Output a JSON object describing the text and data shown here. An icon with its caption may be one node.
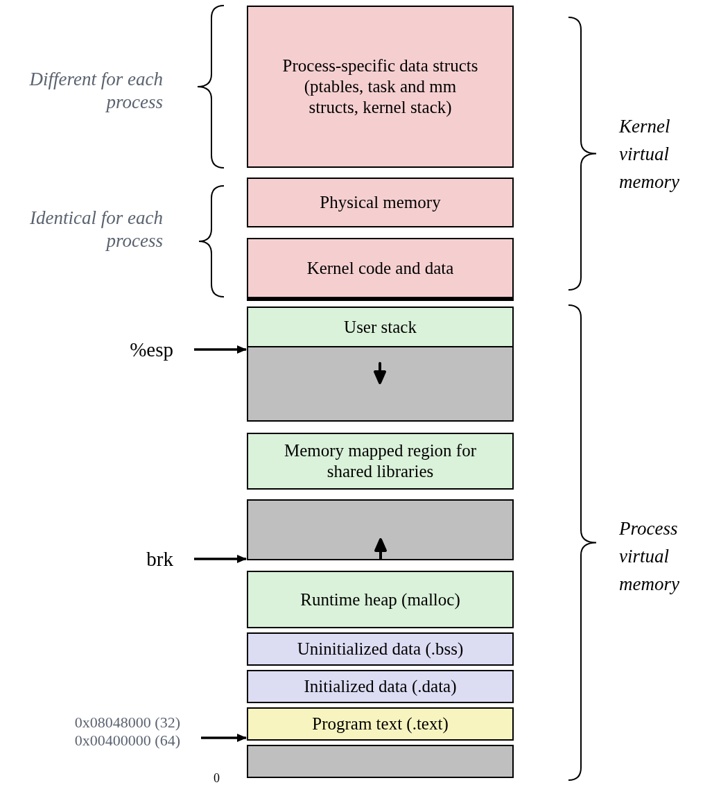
{
  "diagram": {
    "nodes": [
      {
        "text": [
          "Process-specific data structs  (ptables, task and mm structs, kernel stack)"
        ]
      },
      {
        "text": [
          "Physical memory"
        ]
      },
      {
        "text": [
          "Kernel code and data"
        ]
      },
      {
        "text": [
          "User stack"
        ]
      },
      {
        "text": [],
        "shape": "box"
      },
      {
        "text": [
          "Memory mapped region for shared libraries"
        ]
      },
      {
        "text": [],
        "shape": "box"
      },
      {
        "text": [
          "Runtime heap (malloc)"
        ]
      },
      {
        "text": [
          "Uninitialized data (.bss)"
        ]
      },
      {
        "text": [
          "Initialized data (.data)"
        ]
      },
      {
        "text": [
          "Program text (.text)"
        ]
      },
      {
        "text": [],
        "shape": "box"
      },
      {
        "text": [
          "%esp"
        ]
      },
      {
        "text": [
          "brk"
        ]
      },
      {
        "text": [
          "0x08048000 (32)",
          "0x00400000 (64)"
        ]
      }
    ],
    "edges": [
      {
        "from": 12,
        "to": 4,
        "arrow": "to"
      },
      {
        "from": 13,
        "to": 6,
        "arrow": "to"
      },
      {
        "from": 14,
        "to": 10,
        "arrow": "to"
      }
    ],
    "labels": [
      "Different for each process",
      "Kernel virtual memory",
      "Identical for each process",
      "Process virtual memory",
      "0"
    ]
  }
}
